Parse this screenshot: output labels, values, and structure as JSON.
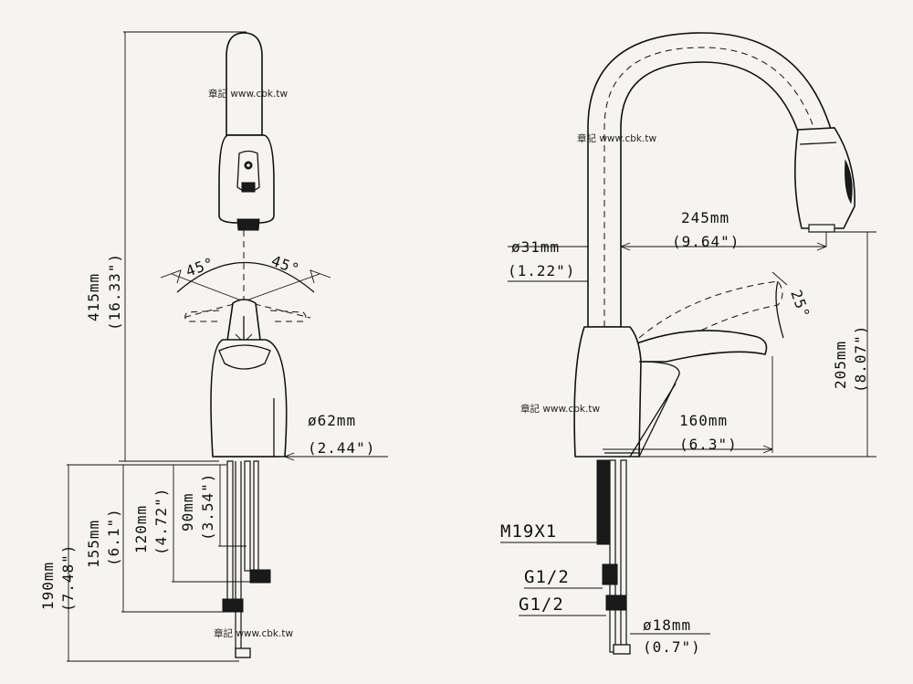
{
  "watermark": "章記 www.cbk.tw",
  "front_view": {
    "height_total_mm": "415mm",
    "height_total_in": "(16.33\")",
    "angle_left": "45°",
    "angle_right": "45°",
    "base_dia_mm": "ø62mm",
    "base_dia_in": "(2.44\")",
    "hose_190_mm": "190mm",
    "hose_190_in": "(7.48\")",
    "hose_155_mm": "155mm",
    "hose_155_in": "(6.1\")",
    "hose_120_mm": "120mm",
    "hose_120_in": "(4.72\")",
    "hose_90_mm": "90mm",
    "hose_90_in": "(3.54\")"
  },
  "side_view": {
    "reach_mm": "245mm",
    "reach_in": "(9.64\")",
    "neck_dia_mm": "ø31mm",
    "neck_dia_in": "(1.22\")",
    "lever_angle": "25°",
    "spout_height_mm": "205mm",
    "spout_height_in": "(8.07\")",
    "lever_reach_mm": "160mm",
    "lever_reach_in": "(6.3\")",
    "thread_m19": "M19X1",
    "thread_g12_a": "G1/2",
    "thread_g12_b": "G1/2",
    "shank_dia_mm": "ø18mm",
    "shank_dia_in": "(0.7\")"
  }
}
